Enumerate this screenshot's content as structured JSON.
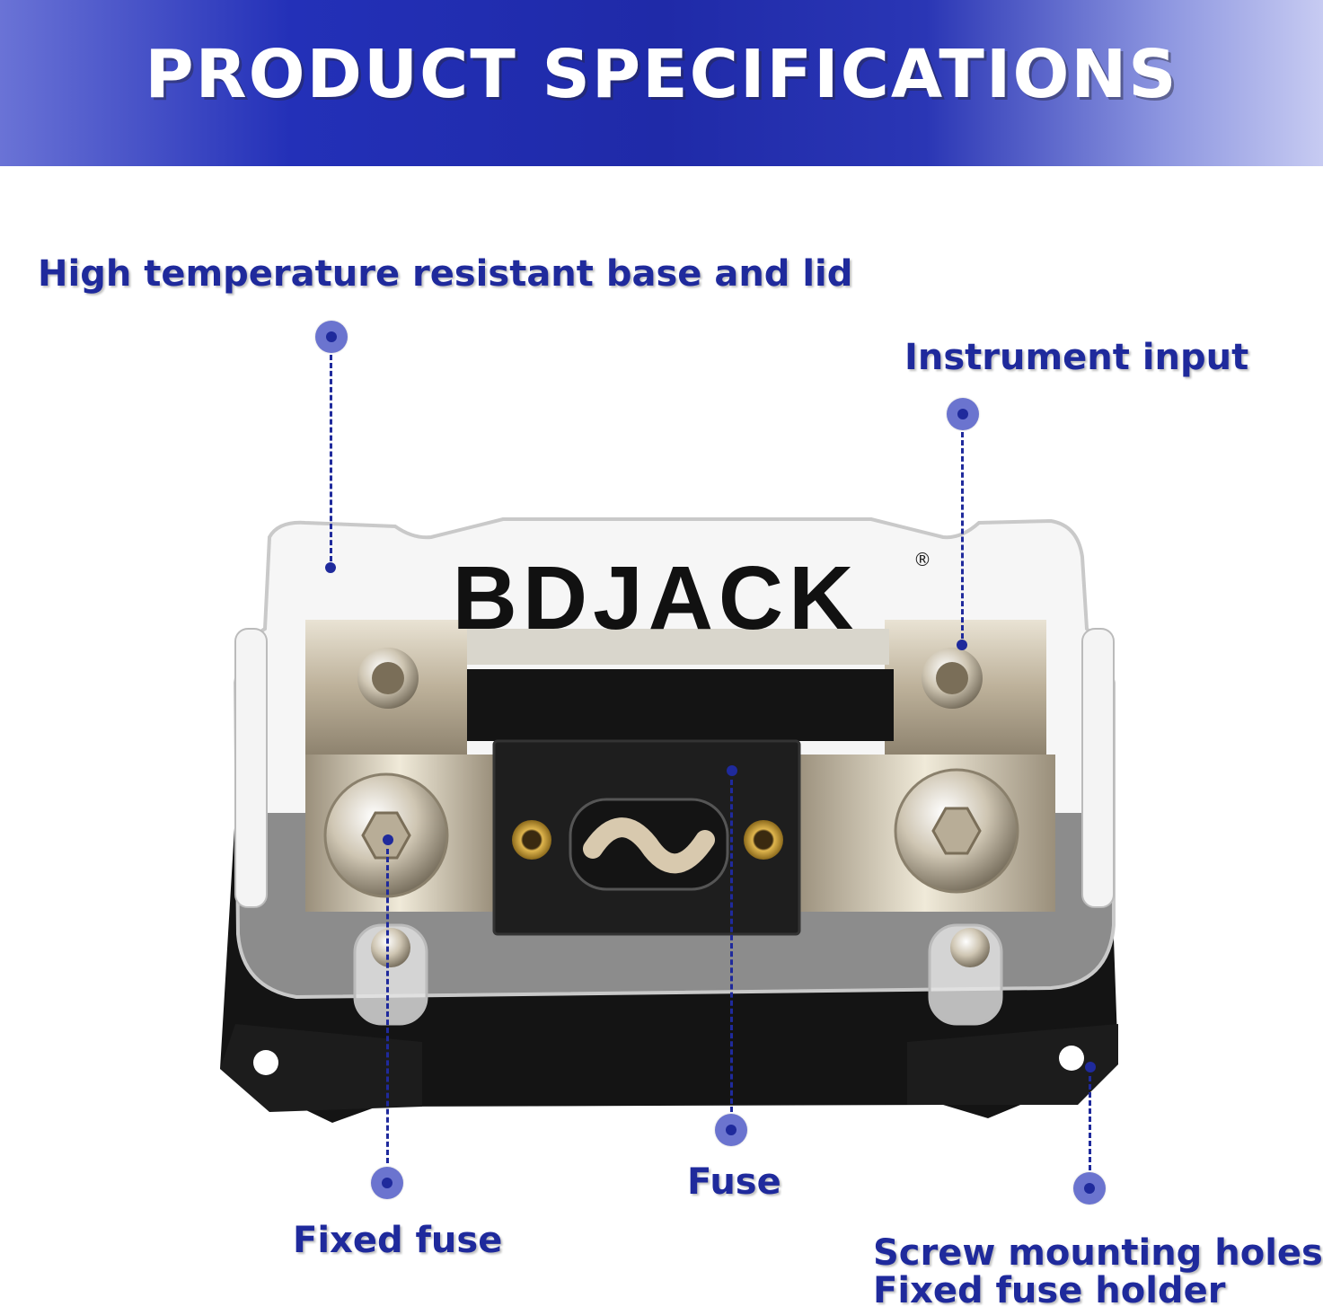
{
  "header": {
    "title": "PRODUCT SPECIFICATIONS"
  },
  "product": {
    "brand": "BDJACK",
    "trademark": "®"
  },
  "callouts": {
    "base_lid": "High temperature resistant base and lid",
    "instrument_input": "Instrument input",
    "fixed_fuse": "Fixed fuse",
    "fuse": "Fuse",
    "screw_holes_line1": "Screw mounting holes",
    "screw_holes_line2": "Fixed fuse holder"
  },
  "colors": {
    "accent": "#1f2a9c",
    "dot": "#6b74cf",
    "banner": "#1f2aa8"
  }
}
